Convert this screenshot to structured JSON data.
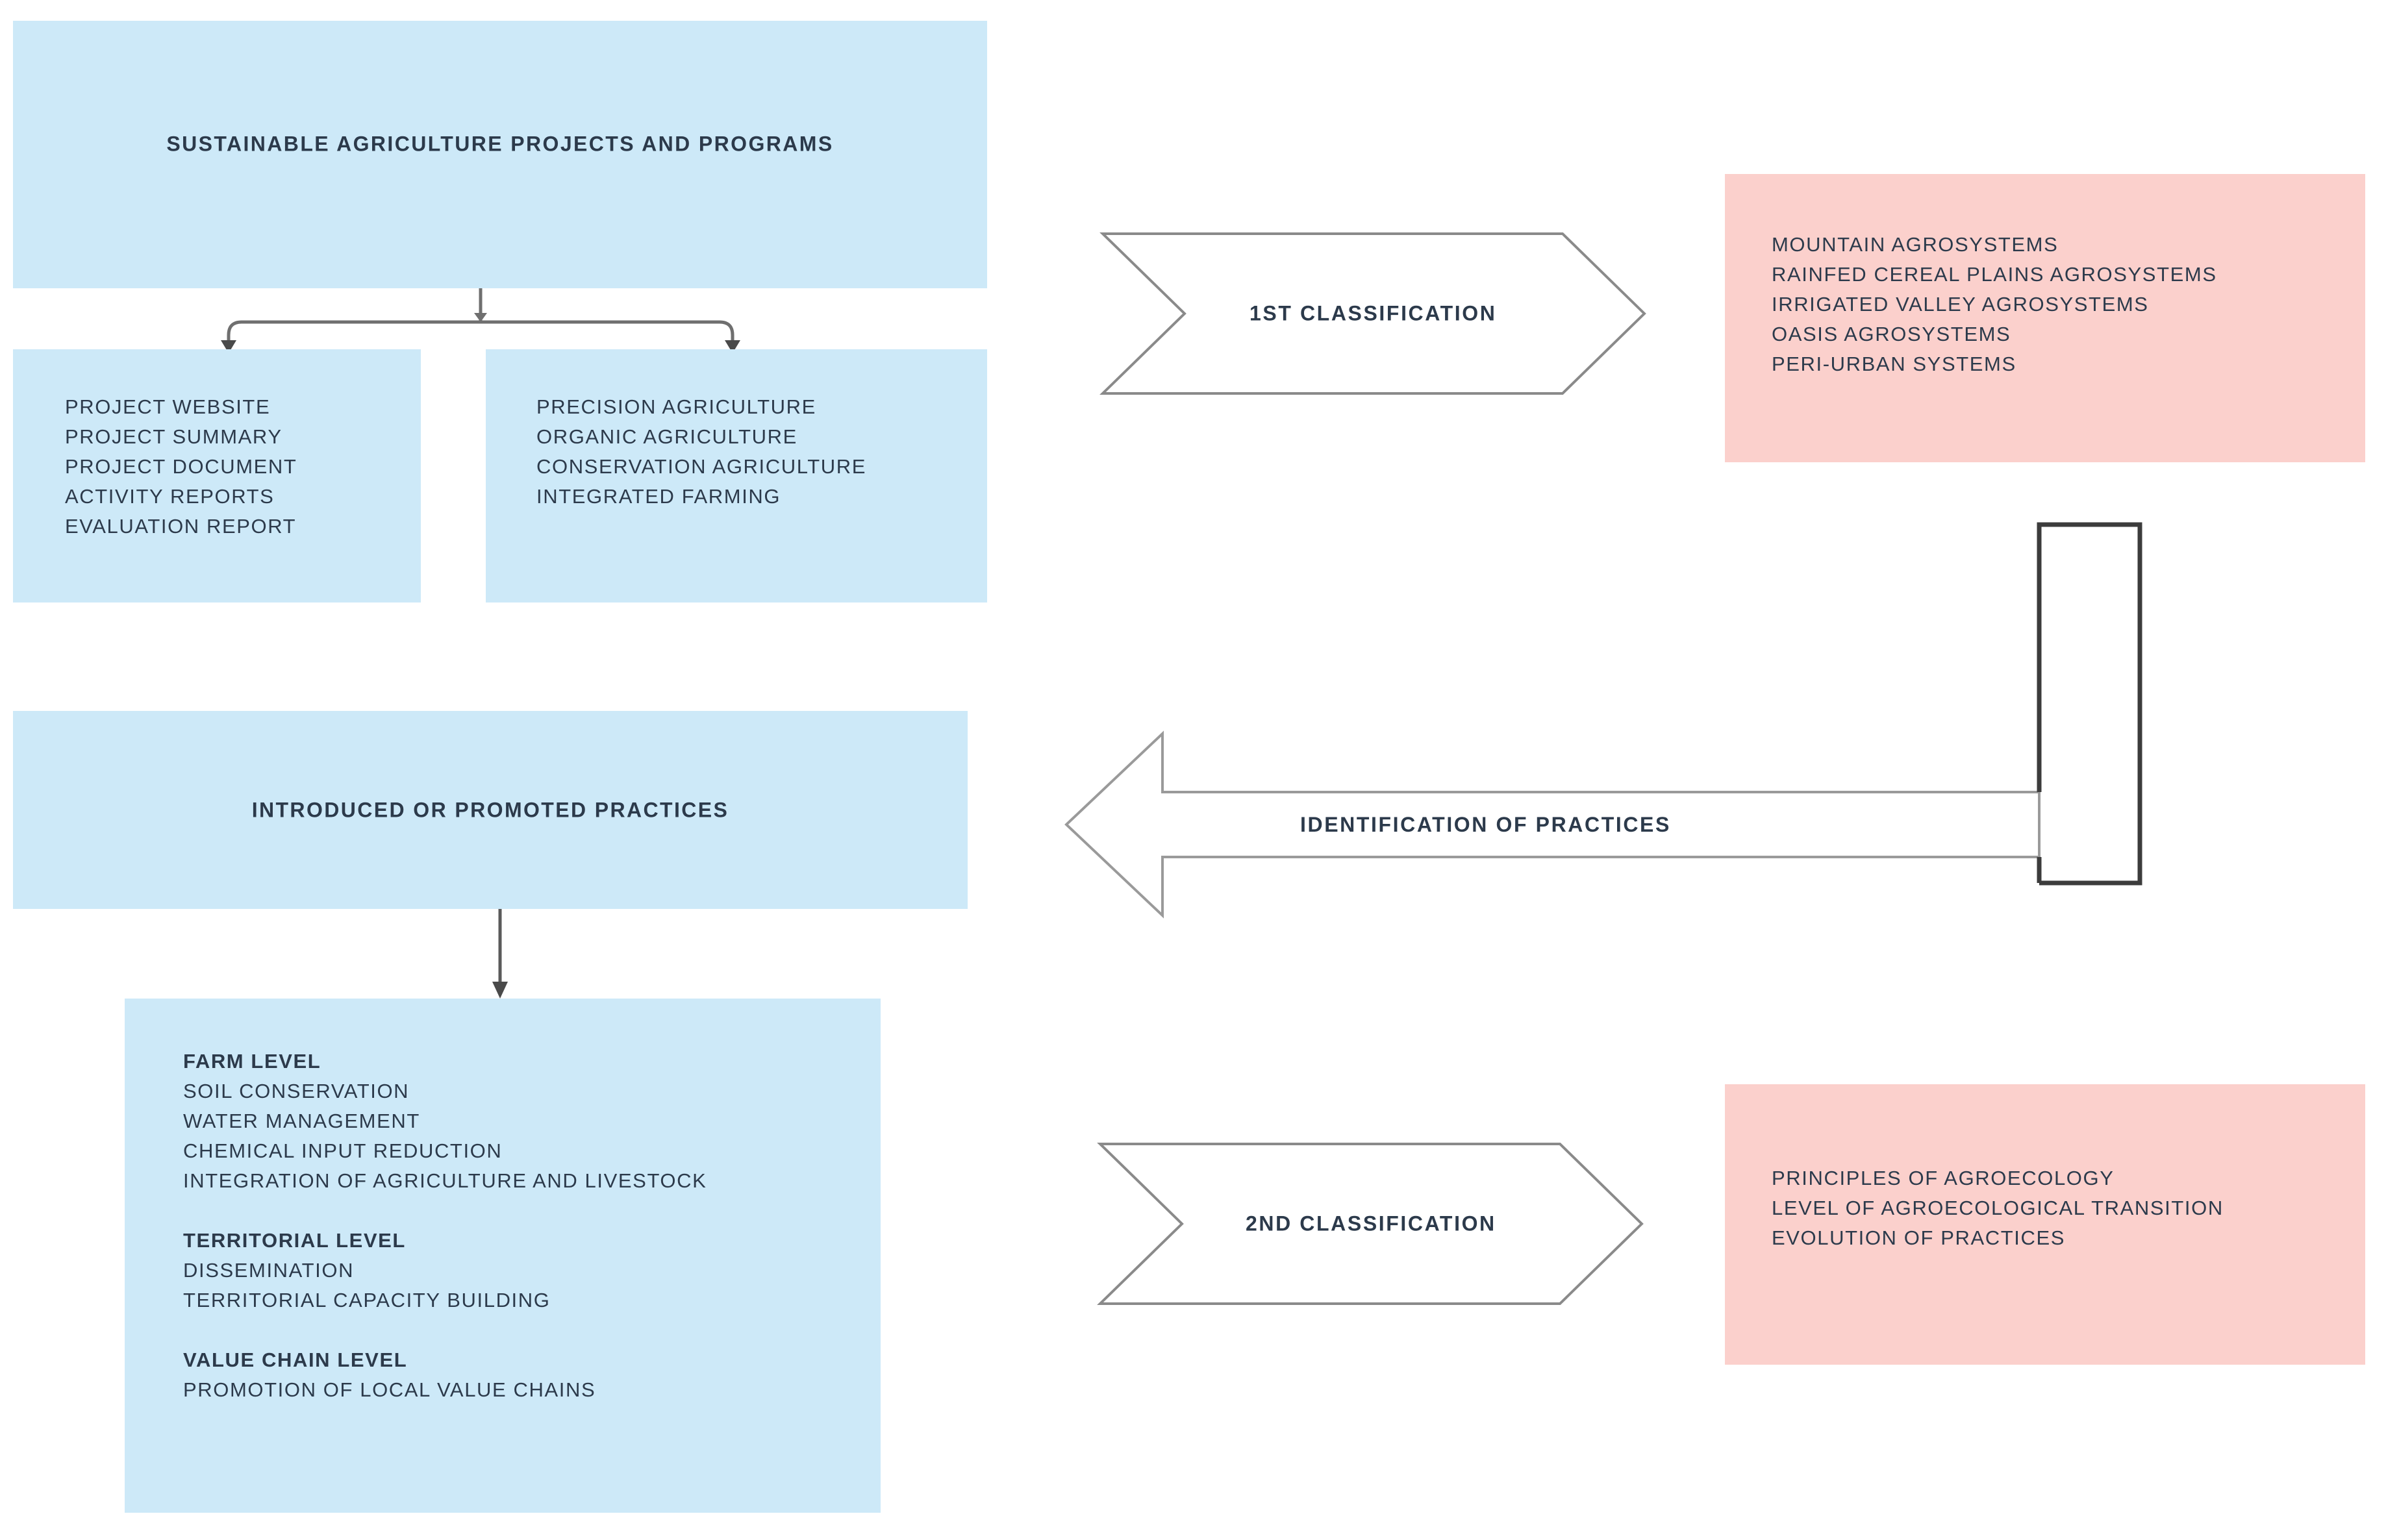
{
  "diagram": {
    "title": "Sustainable agriculture projects classification flowchart",
    "colors": {
      "blue_box": "#cde9f8",
      "pink_box": "#fbd0cc",
      "text": "#2c3a4b",
      "outline": "#7a7a7a",
      "outline_dark": "#3c3c3c",
      "background": "#ffffff"
    }
  },
  "nodes": {
    "projects_box": {
      "label": "SUSTAINABLE AGRICULTURE PROJECTS AND PROGRAMS"
    },
    "documents_box": {
      "items": [
        "PROJECT WEBSITE",
        "PROJECT SUMMARY",
        "PROJECT DOCUMENT",
        "ACTIVITY REPORTS",
        "EVALUATION REPORT"
      ]
    },
    "agriculture_types_box": {
      "items": [
        "PRECISION AGRICULTURE",
        "ORGANIC AGRICULTURE",
        "CONSERVATION AGRICULTURE",
        "INTEGRATED FARMING"
      ]
    },
    "first_classification": {
      "label": "1ST CLASSIFICATION"
    },
    "agrosystems_box": {
      "items": [
        "MOUNTAIN AGROSYSTEMS",
        "RAINFED CEREAL PLAINS AGROSYSTEMS",
        "IRRIGATED VALLEY AGROSYSTEMS",
        "OASIS AGROSYSTEMS",
        "PERI-URBAN SYSTEMS"
      ]
    },
    "identification_arrow": {
      "label": "IDENTIFICATION OF PRACTICES"
    },
    "practices_box": {
      "label": "INTRODUCED OR PROMOTED PRACTICES"
    },
    "levels_box": {
      "groups": [
        {
          "heading": "FARM LEVEL",
          "items": [
            "SOIL CONSERVATION",
            "WATER MANAGEMENT",
            "CHEMICAL INPUT REDUCTION",
            "INTEGRATION OF AGRICULTURE AND LIVESTOCK"
          ]
        },
        {
          "heading": "TERRITORIAL LEVEL",
          "items": [
            "DISSEMINATION",
            "TERRITORIAL CAPACITY BUILDING"
          ]
        },
        {
          "heading": "VALUE CHAIN LEVEL",
          "items": [
            "PROMOTION OF LOCAL VALUE CHAINS"
          ]
        }
      ]
    },
    "second_classification": {
      "label": "2ND CLASSIFICATION"
    },
    "agroecology_box": {
      "items": [
        "PRINCIPLES OF AGROECOLOGY",
        "LEVEL OF AGROECOLOGICAL TRANSITION",
        "EVOLUTION OF PRACTICES"
      ]
    }
  }
}
